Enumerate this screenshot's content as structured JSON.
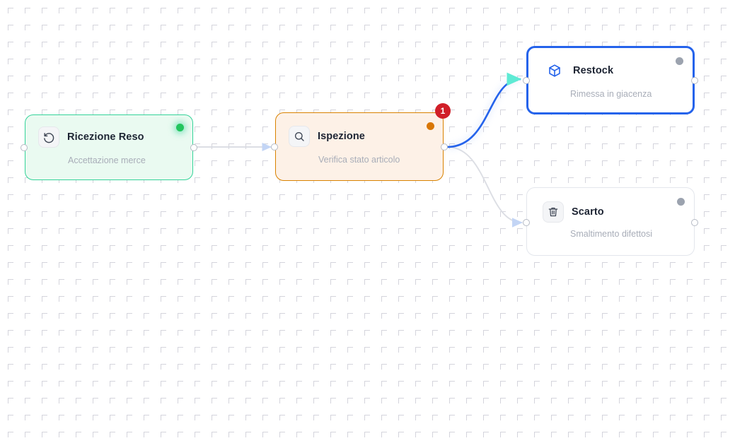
{
  "canvas": {
    "background_color": "#ffffff",
    "grid_dot_color": "#d4d4dc",
    "grid_spacing": 24
  },
  "nodes": [
    {
      "id": "ricezione",
      "title": "Ricezione Reso",
      "subtitle": "Accettazione merce",
      "icon": "rotate-ccw-icon",
      "status_dot_color": "#22c55e",
      "border_color": "#34d399",
      "fill_color": "#eafaf1",
      "selected": false
    },
    {
      "id": "ispezione",
      "title": "Ispezione",
      "subtitle": "Verifica stato articolo",
      "icon": "search-icon",
      "status_dot_color": "#d97706",
      "border_color": "#d98200",
      "fill_color": "#fdf1e7",
      "selected": false,
      "badge": "1",
      "badge_color": "#d11f28"
    },
    {
      "id": "restock",
      "title": "Restock",
      "subtitle": "Rimessa in giacenza",
      "icon": "package-box-icon",
      "status_dot_color": "#9ca3af",
      "border_color": "#2563eb",
      "fill_color": "#ffffff",
      "selected": true
    },
    {
      "id": "scarto",
      "title": "Scarto",
      "subtitle": "Smaltimento difettosi",
      "icon": "trash-icon",
      "status_dot_color": "#9ca3af",
      "border_color": "#e3e6ec",
      "fill_color": "#ffffff",
      "selected": false
    }
  ],
  "edges": [
    {
      "id": "ricezione-to-ispezione",
      "from": "ricezione",
      "to": "ispezione",
      "color": "#d7dae1",
      "arrow_color": "#c3d5f5",
      "selected": false
    },
    {
      "id": "ispezione-to-restock",
      "from": "ispezione",
      "to": "restock",
      "color": "#2563eb",
      "arrow_color": "#5eead4",
      "selected": true
    },
    {
      "id": "ispezione-to-scarto",
      "from": "ispezione",
      "to": "scarto",
      "color": "#dcdee4",
      "arrow_color": "#c3d5f5",
      "selected": false
    }
  ]
}
